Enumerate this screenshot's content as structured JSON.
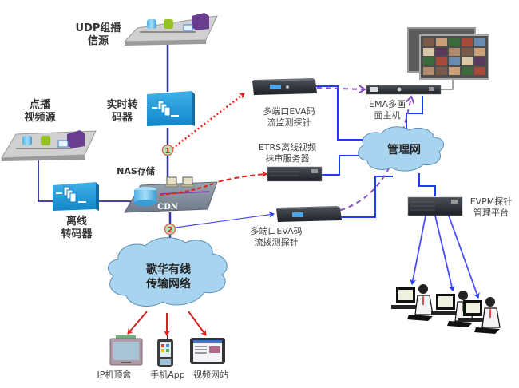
{
  "title": "网络视频监测系统拓扑",
  "colors": {
    "link_blue": "#3333cc",
    "mgmt_blue": "#1f3bff",
    "red_dotted": "#e8201a",
    "red_dashed": "#e8201a",
    "purple_dashed": "#8a4fc2",
    "cloud_fill": "#a9d4ef",
    "cloud_stroke": "#5c8fb8",
    "transcoder_fill": "#1a8fd0",
    "platform_fill": "#cfcfcf",
    "marker_fill": "#b9e3b3",
    "marker_stroke": "#e06a5a"
  },
  "nodes": {
    "udp_source": {
      "label_line1": "UDP组播",
      "label_line2": "信源"
    },
    "vod_source": {
      "label_line1": "点播",
      "label_line2": "视频源"
    },
    "realtime_transcoder": {
      "label_line1": "实时转",
      "label_line2": "码器"
    },
    "offline_transcoder": {
      "label_line1": "离线",
      "label_line2": "转码器"
    },
    "nas_storage": {
      "label": "NAS存储",
      "platform_text": "CDN"
    },
    "eva_probe_monitor": {
      "label_line1": "多端口EVA码",
      "label_line2": "流监测探针"
    },
    "etrs_server": {
      "label_line1": "ETRS离线视频",
      "label_line2": "抹审服务器"
    },
    "eva_probe_dial": {
      "label_line1": "多端口EVA码",
      "label_line2": "流拨测探针"
    },
    "ema_host": {
      "label_line1": "EMA多画",
      "label_line2": "面主机"
    },
    "mgmt_network": {
      "label": "管理网"
    },
    "evpm_platform": {
      "label_line1": "EVPM探针",
      "label_line2": "管理平台"
    },
    "transport_network": {
      "label_line1": "歌华有线",
      "label_line2": "传输网络"
    },
    "ip_stb": {
      "label": "IP机顶盒"
    },
    "mobile_app": {
      "label": "手机App"
    },
    "video_website": {
      "label": "视频网站"
    }
  },
  "markers": [
    {
      "id": "1",
      "text": "1"
    },
    {
      "id": "2",
      "text": "2"
    }
  ],
  "operators": {
    "count": 3
  }
}
